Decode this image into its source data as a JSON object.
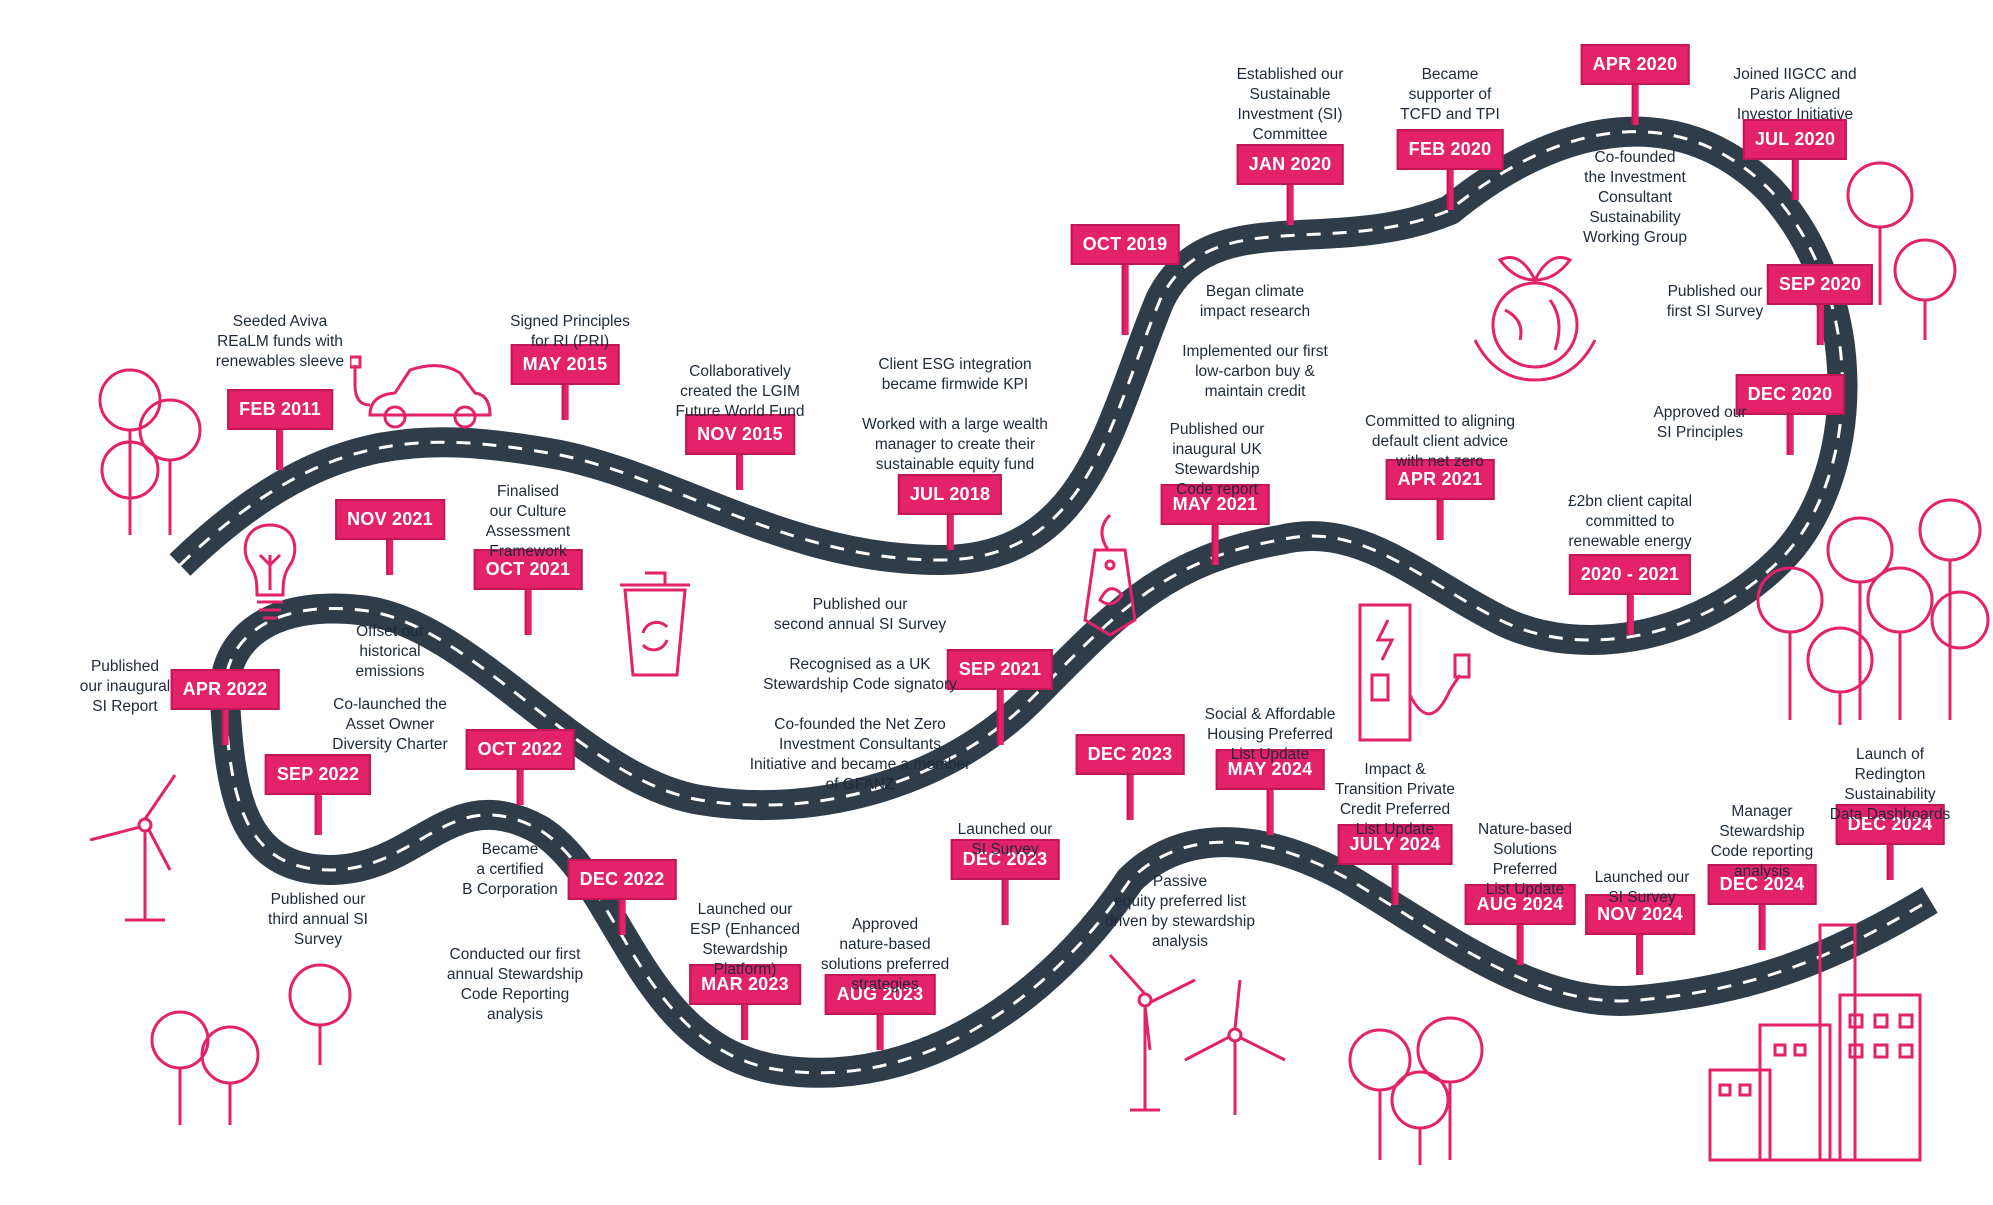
{
  "colors": {
    "road": "#2f3d4a",
    "dash": "#ffffff",
    "accent": "#e4226a",
    "text": "#1e2a3a"
  },
  "milestones": [
    {
      "date": "FEB 2011",
      "text": "Seeded Aviva\nREaLM funds with\nrenewables sleeve"
    },
    {
      "date": "MAY 2015",
      "text": "Signed Principles\nfor RI (PRI)"
    },
    {
      "date": "NOV 2015",
      "text": "Collaboratively\ncreated the LGIM\nFuture World Fund"
    },
    {
      "date": "JUL 2018",
      "text": "Client ESG integration\nbecame firmwide KPI\n\nWorked with a large wealth\nmanager to create their\nsustainable equity fund"
    },
    {
      "date": "OCT 2019",
      "text": "Began climate\nimpact research\n\nImplemented our first\nlow-carbon buy &\nmaintain credit"
    },
    {
      "date": "JAN 2020",
      "text": "Established our\nSustainable\nInvestment (SI)\nCommittee"
    },
    {
      "date": "FEB 2020",
      "text": "Became\nsupporter of\nTCFD and TPI"
    },
    {
      "date": "APR 2020",
      "text": "Co-founded\nthe Investment\nConsultant\nSustainability\nWorking Group"
    },
    {
      "date": "JUL 2020",
      "text": "Joined IIGCC and\nParis Aligned\nInvestor Initiative"
    },
    {
      "date": "SEP 2020",
      "text": "Published our\nfirst SI Survey"
    },
    {
      "date": "DEC 2020",
      "text": "Approved our\nSI Principles"
    },
    {
      "date": "2020 - 2021",
      "text": "£2bn client capital\ncommitted to\nrenewable energy"
    },
    {
      "date": "APR 2021",
      "text": "Committed to aligning\ndefault client advice\nwith net zero"
    },
    {
      "date": "MAY 2021",
      "text": "Published our\ninaugural UK\nStewardship\nCode report"
    },
    {
      "date": "SEP 2021",
      "text": "Published our\nsecond annual SI Survey\n\nRecognised as a UK\nStewardship Code signatory\n\nCo-founded the Net Zero\nInvestment Consultants\nInitiative and became a member\nof GFANZ"
    },
    {
      "date": "OCT 2021",
      "text": "Finalised\nour Culture\nAssessment\nFramework"
    },
    {
      "date": "NOV 2021",
      "text": "Offset our\nhistorical\nemissions"
    },
    {
      "date": "APR 2022",
      "text": "Published\nour inaugural\nSI Report"
    },
    {
      "date": "SEP 2022",
      "text": "Co-launched the\nAsset Owner\nDiversity Charter"
    },
    {
      "date": "SEP 2022",
      "text": "Published our\nthird annual SI\nSurvey"
    },
    {
      "date": "OCT 2022",
      "text": "Became\na certified\nB Corporation"
    },
    {
      "date": "DEC 2022",
      "text": "Conducted our first\nannual Stewardship\nCode Reporting\nanalysis"
    },
    {
      "date": "MAR 2023",
      "text": "Launched our\nESP (Enhanced\nStewardship\nPlatform)"
    },
    {
      "date": "AUG 2023",
      "text": "Approved\nnature-based\nsolutions preferred\nstrategies"
    },
    {
      "date": "DEC 2023",
      "text": "Launched our\nSI Survey"
    },
    {
      "date": "DEC 2023",
      "text": "Passive\nequity preferred list\ndriven by stewardship\nanalysis"
    },
    {
      "date": "MAY 2024",
      "text": "Social & Affordable\nHousing Preferred\nList Update"
    },
    {
      "date": "JULY 2024",
      "text": "Impact &\nTransition Private\nCredit Preferred\nList Update"
    },
    {
      "date": "AUG 2024",
      "text": "Nature-based\nSolutions\nPreferred\nList Update"
    },
    {
      "date": "NOV 2024",
      "text": "Launched our\nSI Survey"
    },
    {
      "date": "DEC 2024",
      "text": "Manager\nStewardship\nCode reporting\nanalysis"
    },
    {
      "date": "DEC 2024",
      "text": "Launch of\nRedington\nSustainability\nData Dashboards"
    }
  ],
  "icons": [
    "tree-icon",
    "car-icon",
    "lightbulb-icon",
    "recycle-bin-icon",
    "tag-icon",
    "globe-hands-icon",
    "ev-charger-icon",
    "wind-turbine-icon",
    "factory-icon"
  ]
}
